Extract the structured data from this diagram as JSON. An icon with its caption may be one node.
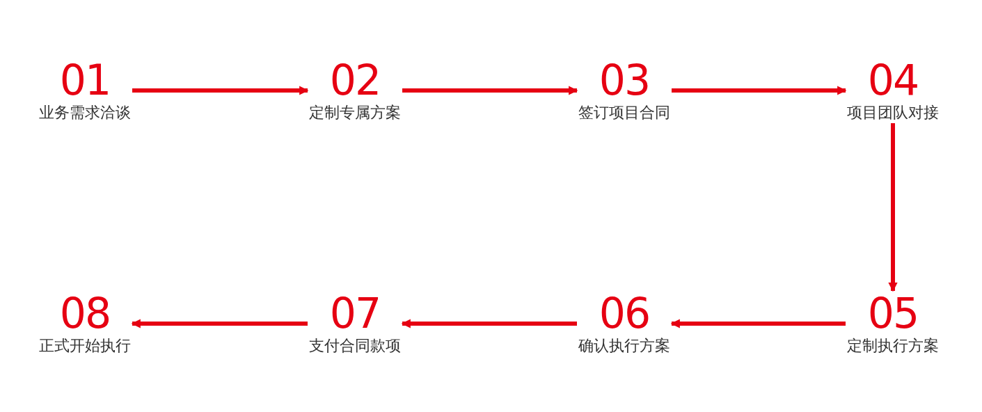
{
  "diagram": {
    "nodes": [
      {
        "text": [
          "01",
          "业务需求洽谈"
        ]
      },
      {
        "text": [
          "02",
          "定制专属方案"
        ]
      },
      {
        "text": [
          "03",
          "签订项目合同"
        ]
      },
      {
        "text": [
          "04",
          "项目团队对接"
        ]
      },
      {
        "text": [
          "05",
          "定制执行方案"
        ]
      },
      {
        "text": [
          "06",
          "确认执行方案"
        ]
      },
      {
        "text": [
          "07",
          "支付合同款项"
        ]
      },
      {
        "text": [
          "08",
          "正式开始执行"
        ]
      }
    ],
    "edges": [
      {
        "from": 0,
        "to": 1,
        "arrow": "to"
      },
      {
        "from": 1,
        "to": 2,
        "arrow": "to"
      },
      {
        "from": 2,
        "to": 3,
        "arrow": "to"
      },
      {
        "from": 3,
        "to": 4,
        "arrow": "to"
      },
      {
        "from": 4,
        "to": 5,
        "arrow": "to"
      },
      {
        "from": 5,
        "to": 6,
        "arrow": "to"
      },
      {
        "from": 6,
        "to": 7,
        "arrow": "to"
      }
    ]
  }
}
